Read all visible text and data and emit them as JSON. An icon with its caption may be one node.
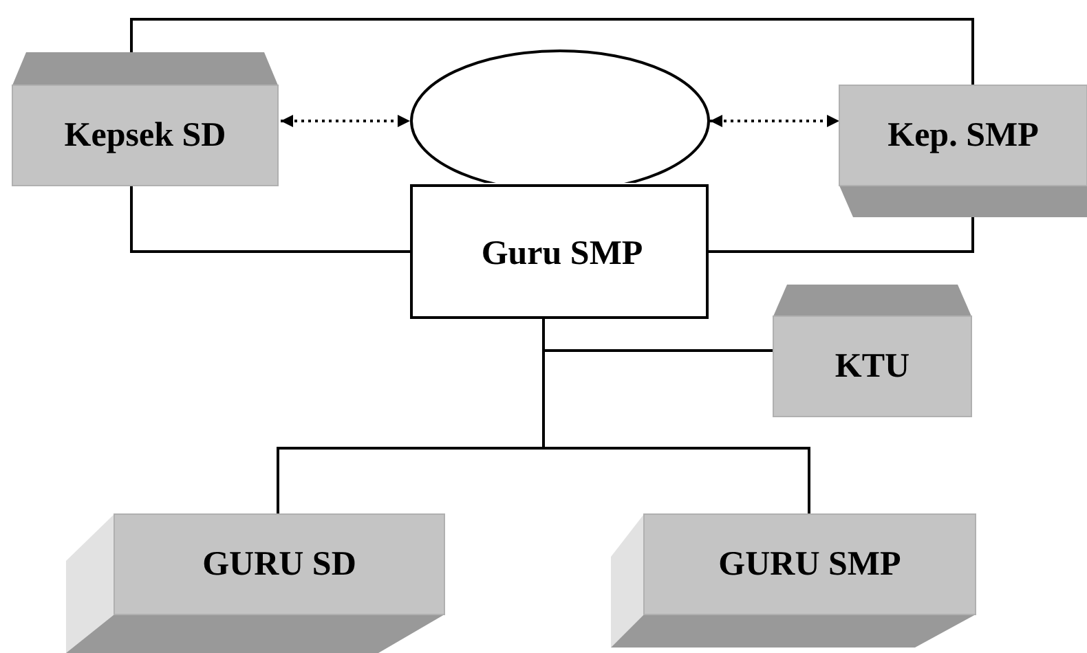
{
  "diagram": {
    "nodes": [
      {
        "text": [
          "Kepsek SD"
        ]
      },
      {
        "text": [],
        "shape": "ellipse"
      },
      {
        "text": [
          "Guru SMP"
        ]
      },
      {
        "text": [
          "Kep. SMP"
        ]
      },
      {
        "text": [
          "KTU"
        ]
      },
      {
        "text": [
          "GURU SD"
        ]
      },
      {
        "text": [
          "GURU SMP"
        ]
      }
    ],
    "edges": [
      {
        "from": 0,
        "to": 3,
        "arrow": "none"
      },
      {
        "from": 0,
        "to": 2,
        "arrow": "none"
      },
      {
        "from": 2,
        "to": 3,
        "arrow": "none"
      },
      {
        "from": 0,
        "to": 1,
        "arrow": "both",
        "style": "dashed"
      },
      {
        "from": 1,
        "to": 3,
        "arrow": "both",
        "style": "dashed"
      },
      {
        "from": 2,
        "to": 4,
        "arrow": "none"
      },
      {
        "from": 2,
        "to": 5,
        "arrow": "none"
      },
      {
        "from": 2,
        "to": 6,
        "arrow": "none"
      }
    ]
  }
}
